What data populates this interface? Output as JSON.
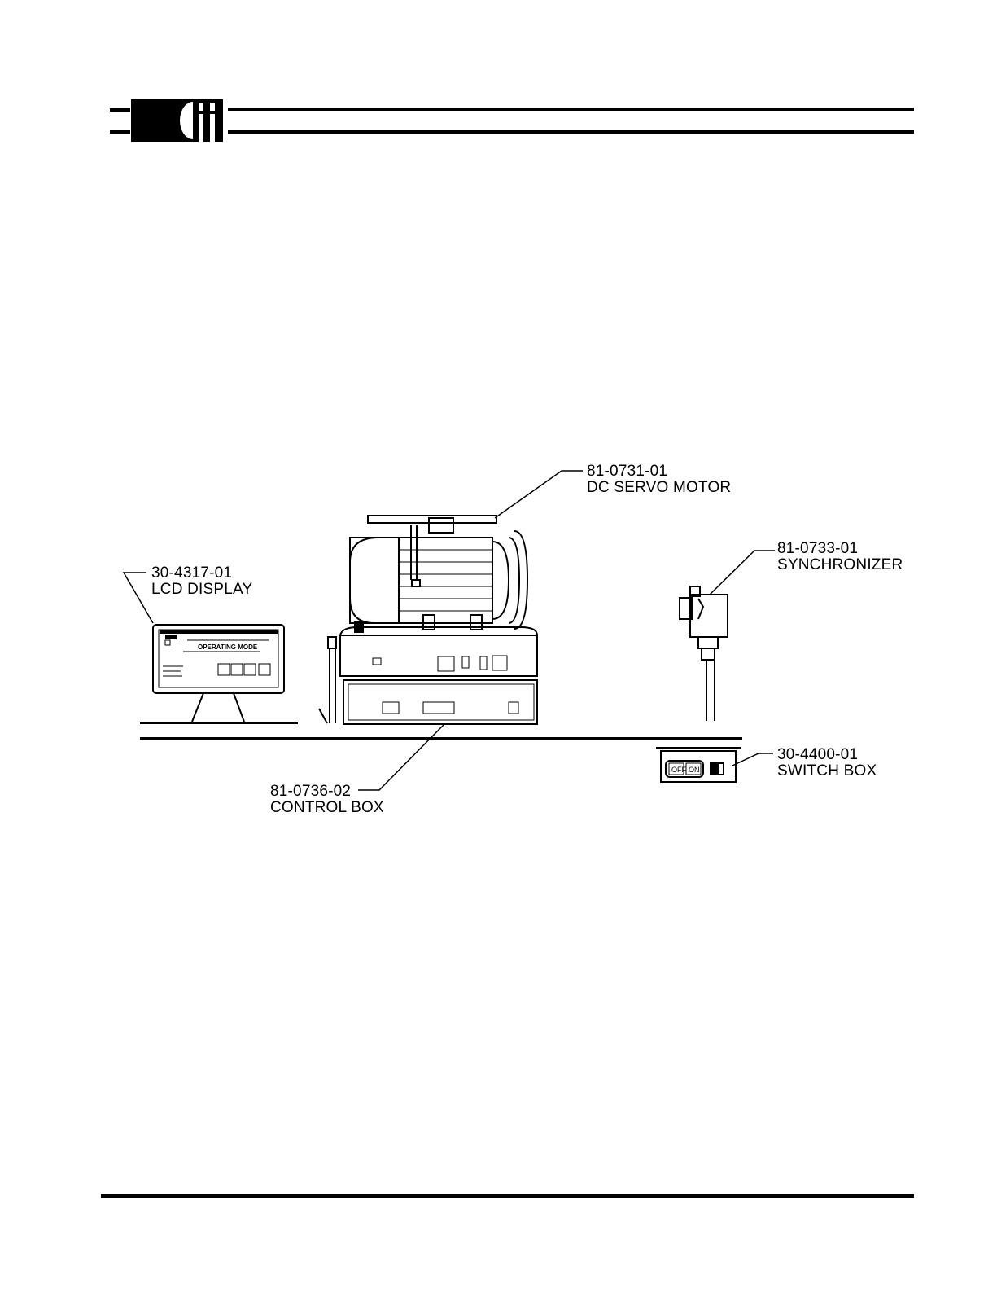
{
  "header": {
    "logo_text": "cii"
  },
  "callouts": {
    "motor": {
      "part": "81-0731-01",
      "name": "DC SERVO MOTOR"
    },
    "sync": {
      "part": "81-0733-01",
      "name": "SYNCHRONIZER"
    },
    "lcd": {
      "part": "30-4317-01",
      "name": "LCD DISPLAY"
    },
    "switch": {
      "part": "30-4400-01",
      "name": "SWITCH BOX"
    },
    "control": {
      "part": "81-0736-02",
      "name": "CONTROL BOX"
    }
  },
  "lcd_panel": {
    "mode_label": "OPERATING MODE"
  },
  "switch_panel": {
    "off_label": "OFF",
    "on_label": "ON"
  }
}
